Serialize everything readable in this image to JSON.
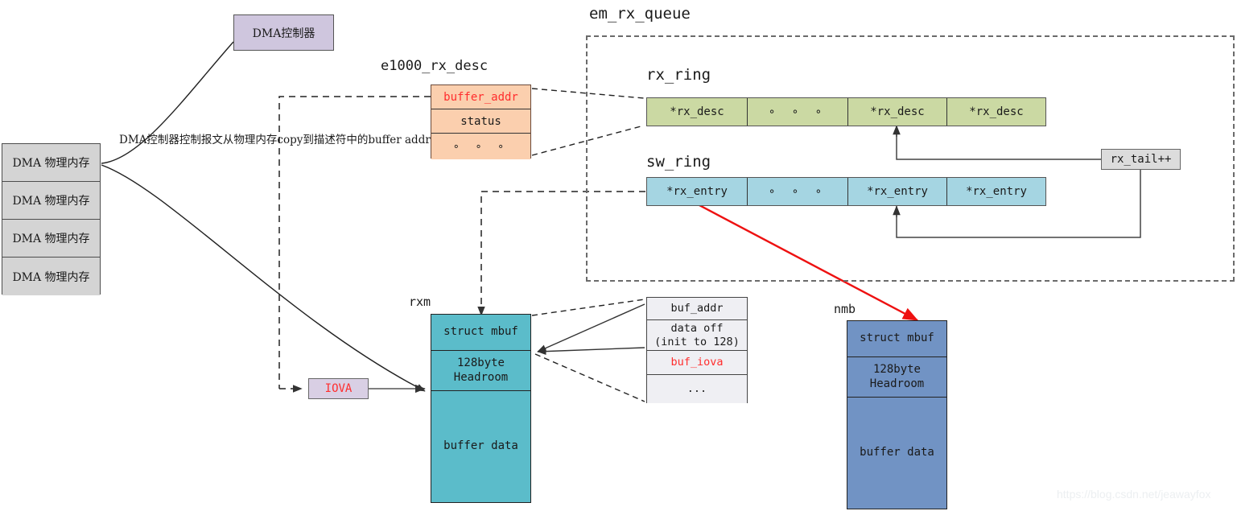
{
  "watermark": "https://blog.csdn.net/jeawayfox",
  "dma_memory": {
    "cells": [
      "DMA  物理内存",
      "DMA  物理内存",
      "DMA  物理内存",
      "DMA  物理内存"
    ],
    "fill": "#d4d4d4"
  },
  "dma_controller": {
    "label": "DMA控制器",
    "fill": "#cfc6de"
  },
  "annotation": {
    "text": "DMA控制器控制报文从物理内存copy到描述符中的buffer addr"
  },
  "e1000_rx_desc": {
    "title": "e1000_rx_desc",
    "fill": "#fbcfae",
    "rows": [
      {
        "label": "buffer_addr",
        "color": "#ff2d2d"
      },
      {
        "label": "status",
        "color": "#1a1a1a"
      },
      {
        "label": "∘  ∘  ∘",
        "color": "#1a1a1a"
      }
    ]
  },
  "em_rx_queue": {
    "title": "em_rx_queue",
    "rx_ring": {
      "title": "rx_ring",
      "fill": "#cbd9a3",
      "cells": [
        "*rx_desc",
        "∘  ∘  ∘",
        "*rx_desc",
        "*rx_desc"
      ]
    },
    "sw_ring": {
      "title": "sw_ring",
      "fill": "#a5d5e2",
      "cells": [
        "*rx_entry",
        "∘  ∘  ∘",
        "*rx_entry",
        "*rx_entry"
      ]
    }
  },
  "rx_tail": {
    "label": "rx_tail++",
    "fill": "#dcdcdc"
  },
  "iova": {
    "label": "IOVA",
    "fill": "#d9cfe4",
    "color": "#ff2d2d"
  },
  "rxm": {
    "title": "rxm",
    "fill": "#5bbcca",
    "segments": [
      {
        "line1": "struct mbuf",
        "line2": ""
      },
      {
        "line1": "128byte",
        "line2": "Headroom"
      },
      {
        "line1": "buffer data",
        "line2": ""
      }
    ]
  },
  "nmb": {
    "title": "nmb",
    "fill": "#7193c4",
    "segments": [
      {
        "line1": "struct mbuf",
        "line2": ""
      },
      {
        "line1": "128byte",
        "line2": "Headroom"
      },
      {
        "line1": "buffer data",
        "line2": ""
      }
    ]
  },
  "mbuf_fields": {
    "fill": "#efeff3",
    "rows": [
      {
        "line1": "buf_addr",
        "line2": "",
        "color": "#1a1a1a"
      },
      {
        "line1": "data off",
        "line2": "(init to 128)",
        "color": "#1a1a1a"
      },
      {
        "line1": "buf_iova",
        "line2": "",
        "color": "#ff2d2d"
      },
      {
        "line1": "...",
        "line2": "",
        "color": "#1a1a1a"
      }
    ]
  },
  "colors": {
    "red_arrow": "#ee1111",
    "line": "#444444",
    "dashed": "#222222"
  }
}
